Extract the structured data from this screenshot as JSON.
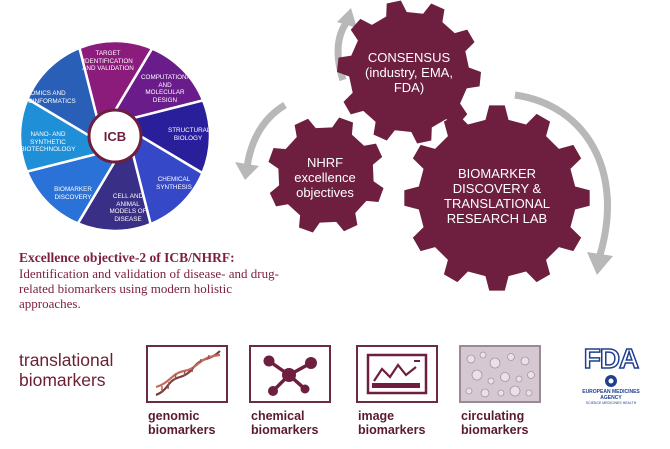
{
  "wheel": {
    "center_label": "ICB",
    "segments": [
      {
        "label": "TARGET IDENTIFICATION AND VALIDATION",
        "color": "#8b1c7c"
      },
      {
        "label": "COMPUTATIONAL AND MOLECULAR DESIGN",
        "color": "#6a1c8a"
      },
      {
        "label": "STRUCTURAL BIOLOGY",
        "color": "#2a1f9a"
      },
      {
        "label": "CHEMICAL SYNTHESIS",
        "color": "#3448c8"
      },
      {
        "label": "CELL AND ANIMAL MODELS OF DISEASE",
        "color": "#3a2f86"
      },
      {
        "label": "BIOMARKER DISCOVERY",
        "color": "#2a72d8"
      },
      {
        "label": "NANO- AND SYNTHETIC BIOTECHNOLOGY",
        "color": "#1f8fd8"
      },
      {
        "label": "OMICS AND BIOINFORMATICS",
        "color": "#2a5fb8"
      }
    ]
  },
  "gears": {
    "consensus": "CONSENSUS (industry, EMA, FDA)",
    "nhrf": "NHRF excellence objectives",
    "biomarker_lab": "BIOMARKER DISCOVERY & TRANSLATIONAL RESEARCH LAB"
  },
  "objective": {
    "title": "Excellence objective-2 of ICB/NHRF:",
    "body": "Identification and validation of disease- and drug- related biomarkers using modern holistic approaches."
  },
  "translational": "translational biomarkers",
  "biomarkers": [
    {
      "label": "genomic biomarkers"
    },
    {
      "label": "chemical biomarkers"
    },
    {
      "label": "image biomarkers"
    },
    {
      "label": "circulating biomarkers"
    }
  ],
  "fda": {
    "logo": "FDA",
    "agency": "EUROPEAN MEDICINES AGENCY",
    "tagline": "SCIENCE MEDICINES HEALTH"
  },
  "colors": {
    "gear": "#6e1f3f",
    "arrow": "#b8b8b8",
    "text_maroon": "#7b1f3a"
  }
}
